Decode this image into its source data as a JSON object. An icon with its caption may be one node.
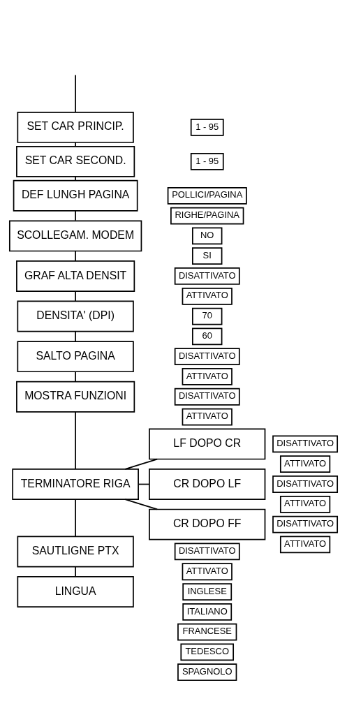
{
  "diagram": {
    "nodes": [
      {
        "text": [
          "SET CAR PRINCIP."
        ]
      },
      {
        "text": [
          "1 - 95"
        ]
      },
      {
        "text": [
          "SET CAR SECOND."
        ]
      },
      {
        "text": [
          "1 - 95"
        ]
      },
      {
        "text": [
          "DEF LUNGH PAGINA"
        ]
      },
      {
        "text": [
          "POLLICI/PAGINA"
        ]
      },
      {
        "text": [
          "RIGHE/PAGINA"
        ]
      },
      {
        "text": [
          "SCOLLEGAM. MODEM"
        ]
      },
      {
        "text": [
          "NO"
        ]
      },
      {
        "text": [
          "SI"
        ]
      },
      {
        "text": [
          "GRAF ALTA DENSIT"
        ]
      },
      {
        "text": [
          "DISATTIVATO"
        ]
      },
      {
        "text": [
          "ATTIVATO"
        ]
      },
      {
        "text": [
          "DENSITA' (DPI)"
        ]
      },
      {
        "text": [
          "70"
        ]
      },
      {
        "text": [
          "60"
        ]
      },
      {
        "text": [
          "SALTO PAGINA"
        ]
      },
      {
        "text": [
          "DISATTIVATO"
        ]
      },
      {
        "text": [
          "ATTIVATO"
        ]
      },
      {
        "text": [
          "MOSTRA FUNZIONI"
        ]
      },
      {
        "text": [
          "DISATTIVATO"
        ]
      },
      {
        "text": [
          "ATTIVATO"
        ]
      },
      {
        "text": [
          "TERMINATORE RIGA"
        ]
      },
      {
        "text": [
          "LF DOPO CR"
        ]
      },
      {
        "text": [
          "DISATTIVATO"
        ]
      },
      {
        "text": [
          "ATTIVATO"
        ]
      },
      {
        "text": [
          "CR DOPO LF"
        ]
      },
      {
        "text": [
          "DISATTIVATO"
        ]
      },
      {
        "text": [
          "ATTIVATO"
        ]
      },
      {
        "text": [
          "CR DOPO FF"
        ]
      },
      {
        "text": [
          "DISATTIVATO"
        ]
      },
      {
        "text": [
          "ATTIVATO"
        ]
      },
      {
        "text": [
          "SAUTLIGNE PTX"
        ]
      },
      {
        "text": [
          "DISATTIVATO"
        ]
      },
      {
        "text": [
          "ATTIVATO"
        ]
      },
      {
        "text": [
          "LINGUA"
        ]
      },
      {
        "text": [
          "INGLESE"
        ]
      },
      {
        "text": [
          "ITALIANO"
        ]
      },
      {
        "text": [
          "FRANCESE"
        ]
      },
      {
        "text": [
          "TEDESCO"
        ]
      },
      {
        "text": [
          "SPAGNOLO"
        ]
      }
    ],
    "edges": [
      {
        "from": null,
        "to": 0,
        "arrow": "none"
      },
      {
        "from": 0,
        "to": 2,
        "arrow": "none"
      },
      {
        "from": 2,
        "to": 4,
        "arrow": "none"
      },
      {
        "from": 4,
        "to": 7,
        "arrow": "none"
      },
      {
        "from": 7,
        "to": 10,
        "arrow": "none"
      },
      {
        "from": 10,
        "to": 13,
        "arrow": "none"
      },
      {
        "from": 13,
        "to": 16,
        "arrow": "none"
      },
      {
        "from": 16,
        "to": 19,
        "arrow": "none"
      },
      {
        "from": 19,
        "to": 22,
        "arrow": "none"
      },
      {
        "from": 22,
        "to": 32,
        "arrow": "none"
      },
      {
        "from": 32,
        "to": 35,
        "arrow": "none"
      },
      {
        "from": 22,
        "to": 23,
        "arrow": "none"
      },
      {
        "from": 22,
        "to": 26,
        "arrow": "none"
      },
      {
        "from": 22,
        "to": 29,
        "arrow": "none"
      }
    ]
  }
}
